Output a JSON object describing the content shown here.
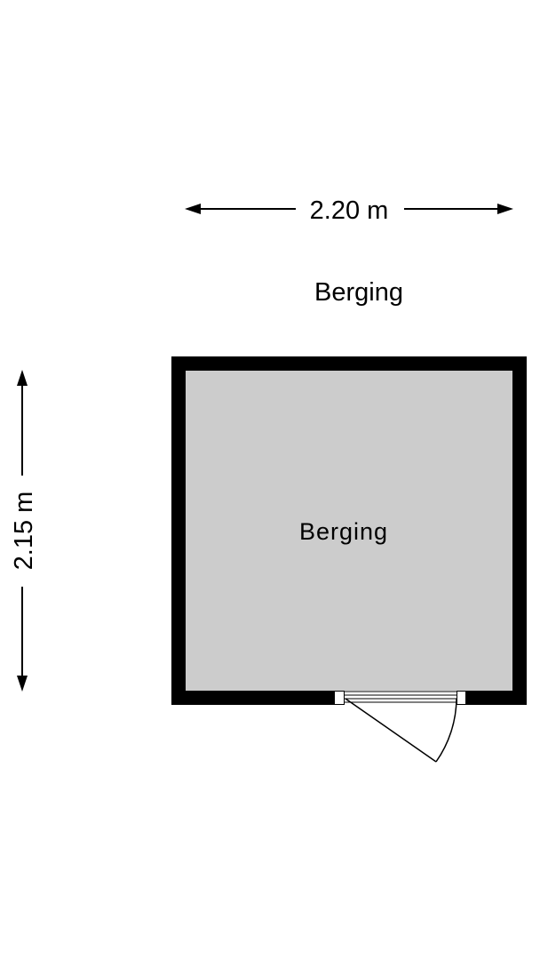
{
  "plan": {
    "width_dimension": "2.20 m",
    "height_dimension": "2.15 m",
    "title": "Berging",
    "room_label": "Berging",
    "colors": {
      "wall": "#000000",
      "floor": "#cccccc",
      "background": "#ffffff"
    }
  }
}
